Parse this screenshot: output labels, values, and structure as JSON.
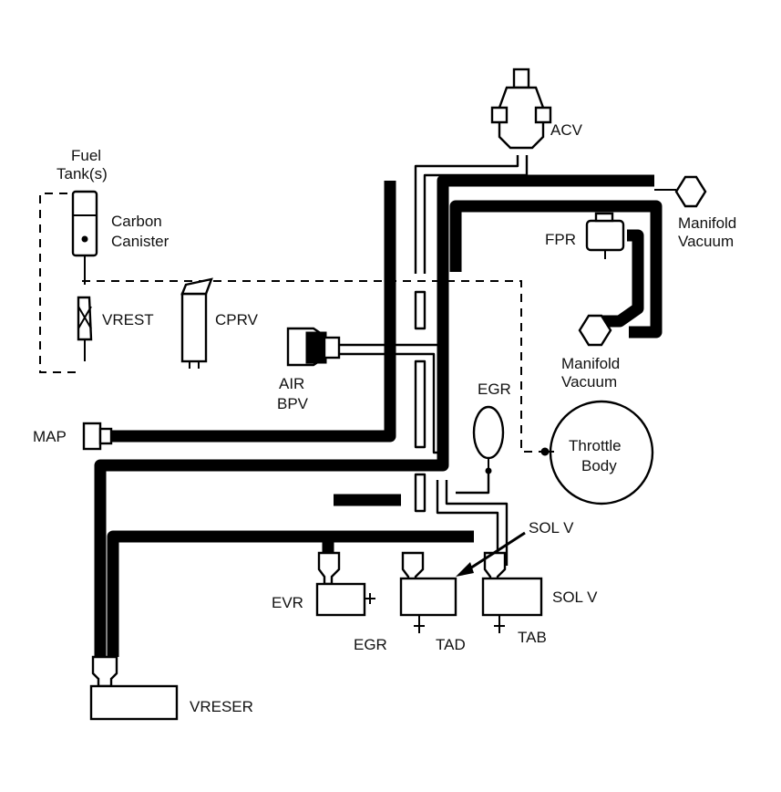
{
  "labels": {
    "fuel_tank_line1": "Fuel",
    "fuel_tank_line2": "Tank(s)",
    "carbon_line1": "Carbon",
    "carbon_line2": "Canister",
    "vrest": "VREST",
    "cprv": "CPRV",
    "acv": "ACV",
    "fpr": "FPR",
    "manifold_vacuum_top_line1": "Manifold",
    "manifold_vacuum_top_line2": "Vacuum",
    "manifold_vacuum_mid_line1": "Manifold",
    "manifold_vacuum_mid_line2": "Vacuum",
    "air_bpv_line1": "AIR",
    "air_bpv_line2": "BPV",
    "egr_top": "EGR",
    "map": "MAP",
    "throttle_line1": "Throttle",
    "throttle_line2": "Body",
    "sol_v_upper": "SOL V",
    "sol_v_lower": "SOL V",
    "evr": "EVR",
    "egr_bottom": "EGR",
    "tad": "TAD",
    "tab": "TAB",
    "vreser": "VRESER"
  }
}
